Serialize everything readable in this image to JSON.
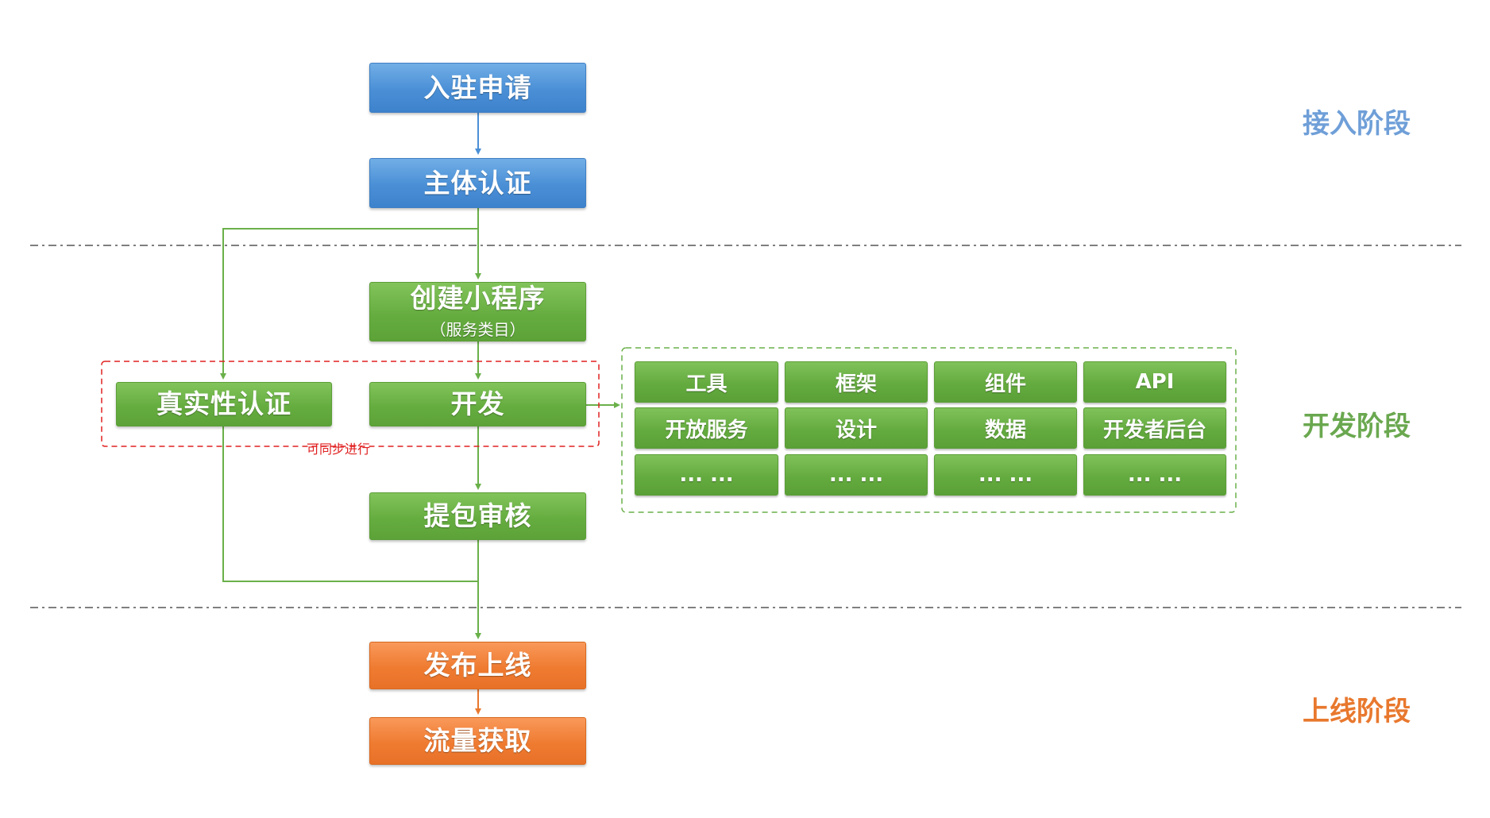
{
  "nodes": {
    "apply": "入驻申请",
    "auth": "主体认证",
    "create": "创建小程序",
    "create_sub": "（服务类目）",
    "realname": "真实性认证",
    "develop": "开发",
    "review": "提包审核",
    "publish": "发布上线",
    "traffic": "流量获取"
  },
  "sync_note": "可同步进行",
  "dev_grid": [
    "工具",
    "框架",
    "组件",
    "API",
    "开放服务",
    "设计",
    "数据",
    "开发者后台",
    "... ...",
    "... ...",
    "... ...",
    "... ..."
  ],
  "phases": {
    "access": "接入阶段",
    "dev": "开发阶段",
    "online": "上线阶段"
  },
  "colors": {
    "blue": "#4a8fd6",
    "green": "#66ad40",
    "orange": "#ef7b31",
    "phase_blue": "#6f9fd8",
    "phase_green": "#6aa84f",
    "phase_orange": "#e8782e",
    "line_blue": "#4a8fd6",
    "line_green": "#6ab04a",
    "line_orange": "#e8782e",
    "dashed_red": "#e02020",
    "divider": "#555555"
  }
}
